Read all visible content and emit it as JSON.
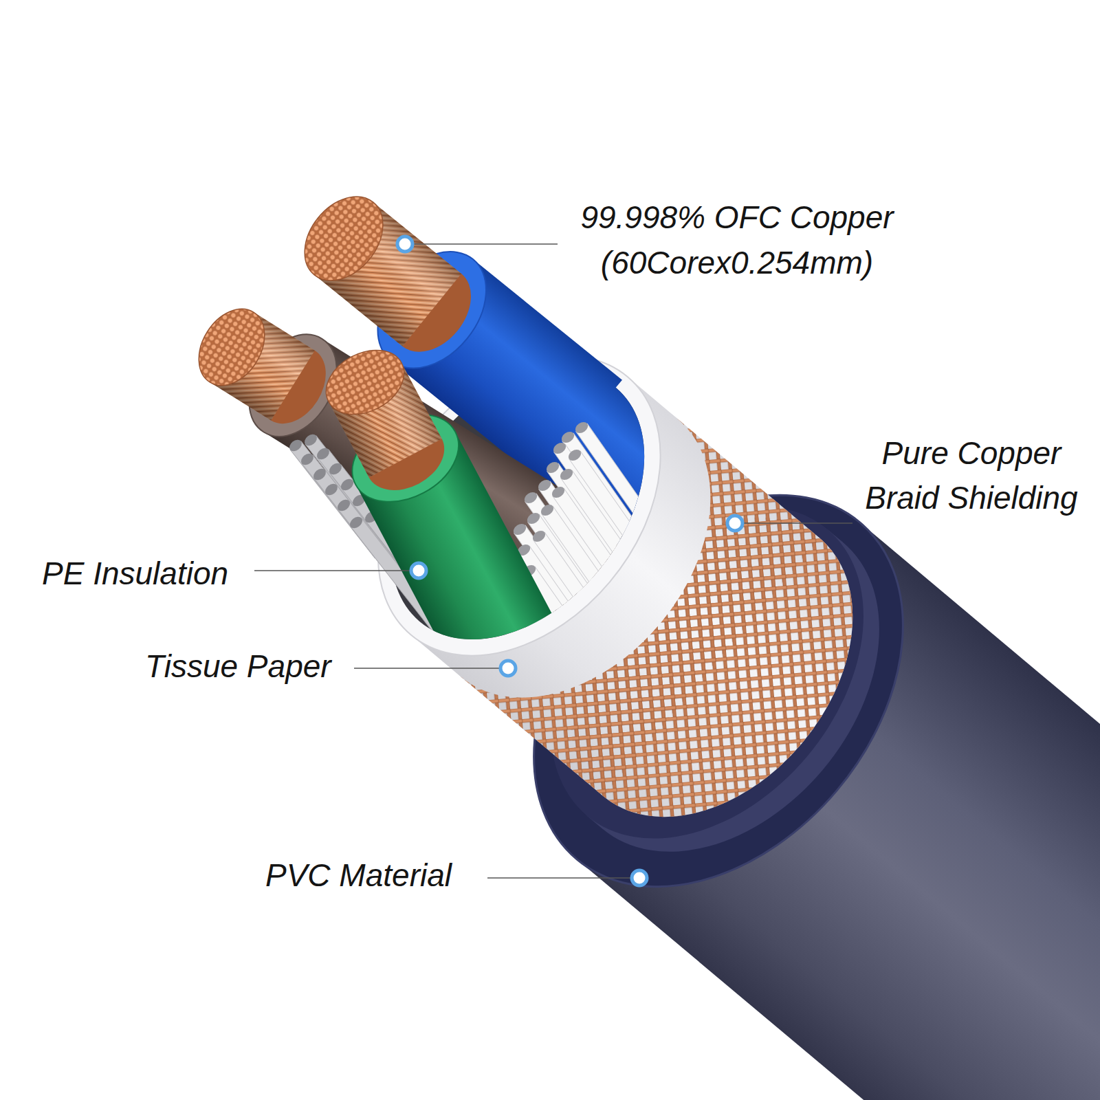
{
  "diagram": {
    "labels": [
      "99.998% OFC Copper (60Corex0.254mm)",
      "Pure Copper Braid Shielding",
      "PE Insulation",
      "Tissue Paper",
      "PVC Material"
    ]
  }
}
